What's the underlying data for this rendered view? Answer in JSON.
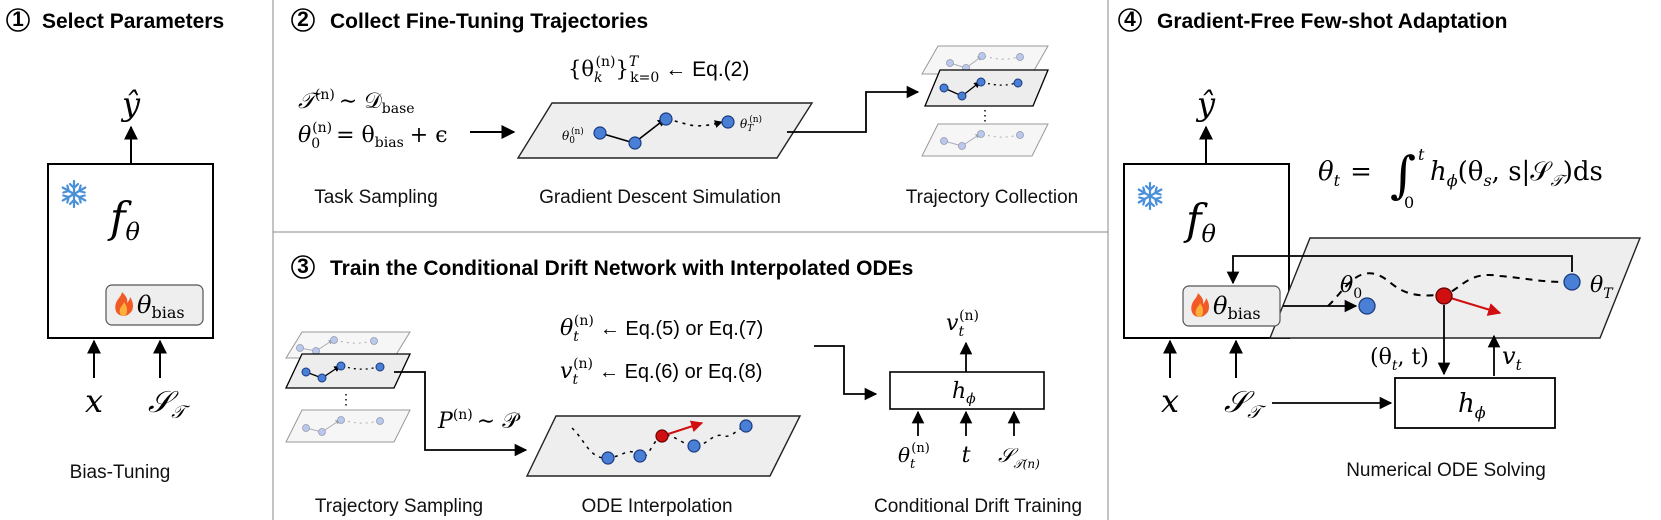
{
  "sections": [
    {
      "number": "1",
      "title": "Select Parameters"
    },
    {
      "number": "2",
      "title": "Collect Fine-Tuning Trajectories"
    },
    {
      "number": "3",
      "title": "Train the Conditional Drift Network with Interpolated ODEs"
    },
    {
      "number": "4",
      "title": "Gradient-Free Few-shot Adaptation"
    }
  ],
  "captions": {
    "bias_tuning": "Bias-Tuning",
    "task_sampling": "Task Sampling",
    "gd_simulation": "Gradient Descent Simulation",
    "trajectory_collection": "Trajectory Collection",
    "trajectory_sampling": "Trajectory Sampling",
    "ode_interpolation": "ODE Interpolation",
    "conditional_drift_training": "Conditional Drift Training",
    "numerical_ode_solving": "Numerical ODE Solving"
  },
  "symbols": {
    "y_hat": "ŷ",
    "f_theta_base": "f",
    "f_theta_sub": "θ",
    "theta": "θ",
    "theta_bias_sub": "bias",
    "x": "x",
    "s_tau": "𝒮",
    "tau_sub": "𝒯",
    "h_phi_base": "h",
    "h_phi_sub": "ϕ",
    "t": "t",
    "fire_icon": "🔥",
    "snowflake_icon": "❄"
  },
  "equations": {
    "collect_set": "{θ",
    "collect_k_sub": "k",
    "collect_n_sup": "(n)",
    "collect_braces": "}",
    "collect_T_sup": "T",
    "collect_k0": "k=0",
    "collect_eq_ref": "← Eq.(2)",
    "task_line1_lhs": "𝒯",
    "task_line1_n": "(n)",
    "task_line1_sim": "∼ 𝒟",
    "task_line1_sub": "base",
    "task_line2_lhs": "θ",
    "task_line2_sub": "0",
    "task_line2_sup": "(n)",
    "task_line2_rhs": "= θ",
    "task_line2_bias": "bias",
    "task_line2_eps": "+ ϵ",
    "theta_t_n_ref": "← Eq.(5) or Eq.(7)",
    "v_t_n_ref": "← Eq.(6) or Eq.(8)",
    "p_sample": "P",
    "p_sample_n": "(n)",
    "p_sample_rhs": "∼ 𝒫",
    "ode_lhs": "θ",
    "ode_lhs_sub": "t",
    "ode_eq": "=",
    "ode_int_upper": "t",
    "ode_int_lower": "0",
    "ode_body": "h",
    "ode_body_sub": "ϕ",
    "ode_args": "(θ",
    "ode_args_s": "s",
    "ode_args_rest": ", s|𝒮",
    "ode_args_tau": "𝒯",
    "ode_tail": ")ds",
    "theta_t_pair": "(θ",
    "theta_t_pair_rest": ", t)",
    "v": "v",
    "n_sup": "(n)",
    "s_tau_n_sub": "𝒯(n)",
    "theta_0_label": "0",
    "theta_T_label": "T"
  }
}
